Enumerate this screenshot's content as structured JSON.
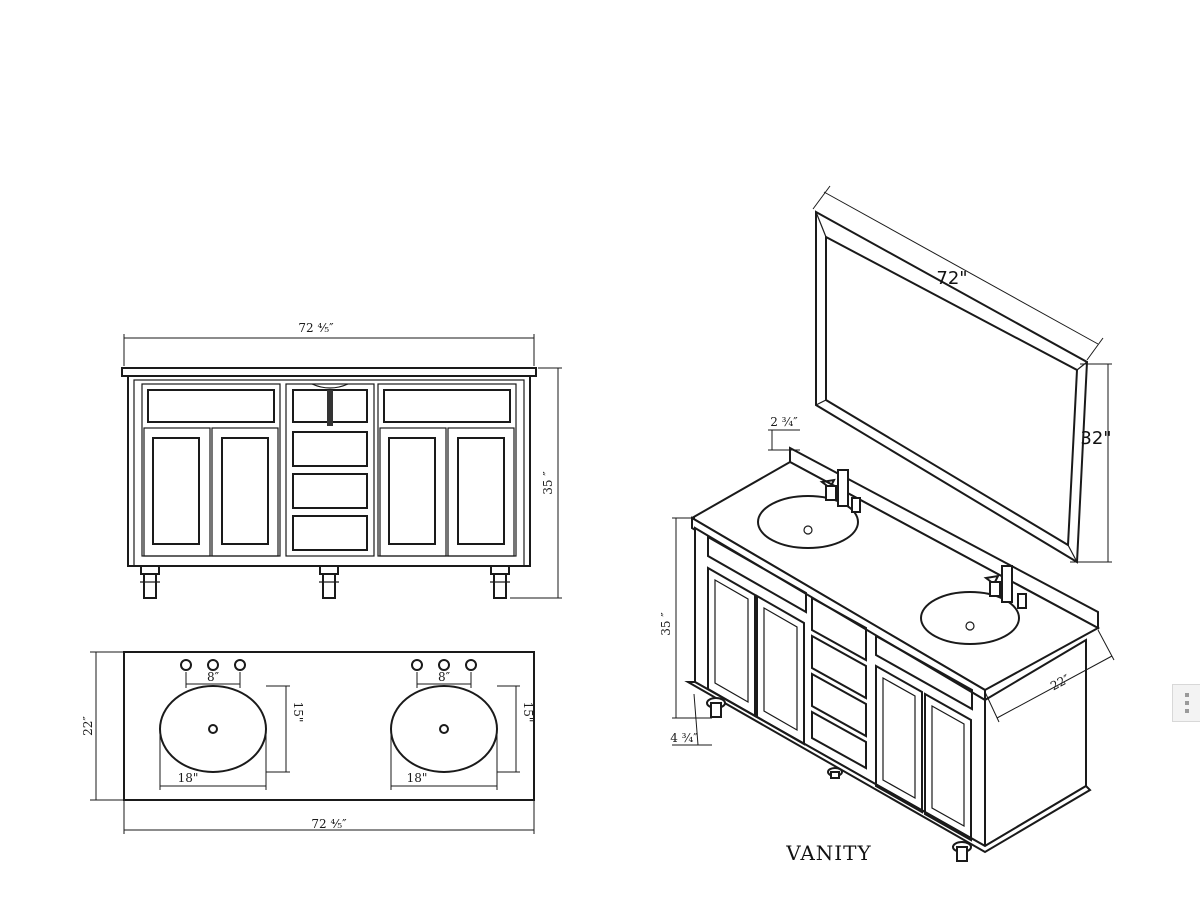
{
  "front_view": {
    "width_label": "72 ⅘″",
    "height_label": "35 ″"
  },
  "top_view": {
    "depth_label": "22″",
    "width_label": "72 ⅘″",
    "left_basin": {
      "spacing_label": "8″",
      "length_label": "15\"",
      "width_label": "18\""
    },
    "right_basin": {
      "spacing_label": "8″",
      "length_label": "15\"",
      "width_label": "18\""
    }
  },
  "perspective_view": {
    "mirror_width_label": "72\"",
    "mirror_height_label": "32\"",
    "backsplash_label": "2 ¾″",
    "height_label": "35 ″",
    "depth_label": "22″",
    "leg_label": "4 ¾″",
    "title": "VANITY"
  }
}
